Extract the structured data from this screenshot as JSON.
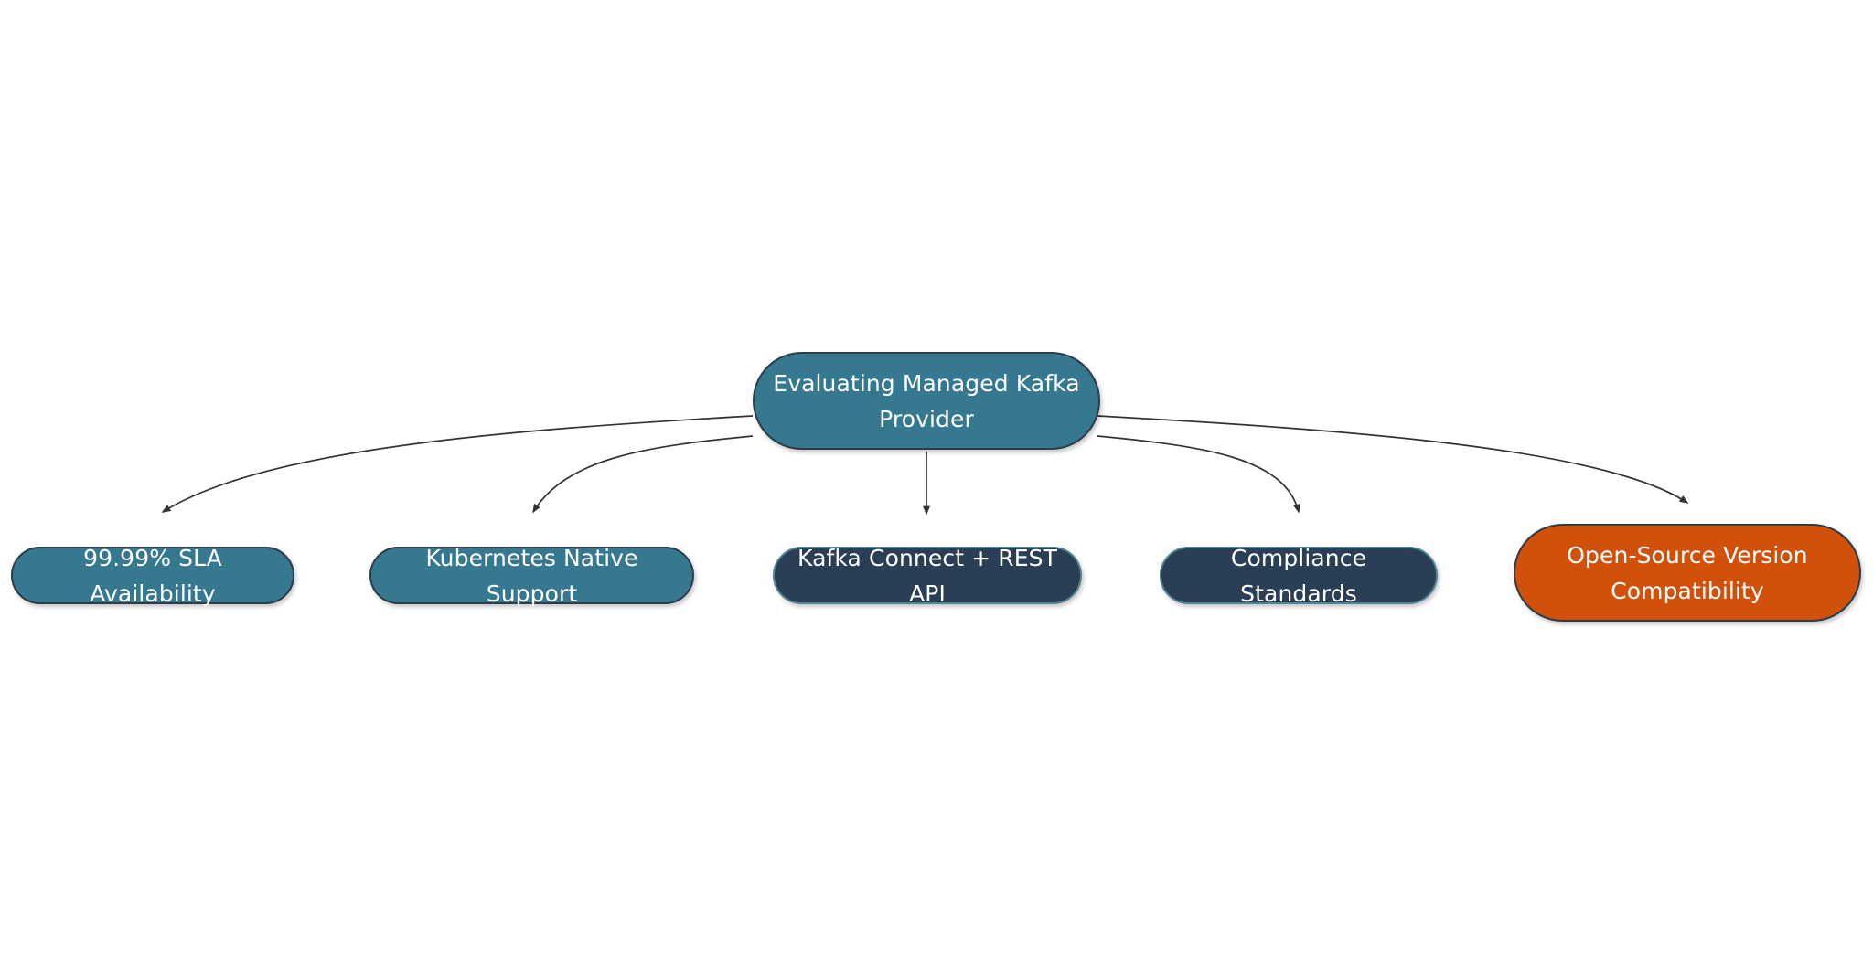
{
  "diagram": {
    "type": "mindmap-tree",
    "title": "Evaluating Managed Kafka Provider",
    "background_color": "#ffffff",
    "root": {
      "id": "root",
      "label": "Evaluating Managed Kafka Provider",
      "style": "teal",
      "fill_color": "#35788f",
      "border_color": "#2b3d4b",
      "text_color": "#ffffff"
    },
    "children": [
      {
        "id": "child-1",
        "label": "99.99% SLA Availability",
        "style": "teal",
        "fill_color": "#35788f",
        "border_color": "#2b3d4b",
        "text_color": "#ffffff"
      },
      {
        "id": "child-2",
        "label": "Kubernetes Native Support",
        "style": "teal",
        "fill_color": "#35788f",
        "border_color": "#2b3d4b",
        "text_color": "#ffffff"
      },
      {
        "id": "child-3",
        "label": "Kafka Connect + REST API",
        "style": "navy",
        "fill_color": "#2a3f55",
        "border_color": "#4e8496",
        "text_color": "#ffffff"
      },
      {
        "id": "child-4",
        "label": "Compliance Standards",
        "style": "navy",
        "fill_color": "#2a3f55",
        "border_color": "#4e8496",
        "text_color": "#ffffff"
      },
      {
        "id": "child-5",
        "label": "Open-Source Version Compatibility",
        "style": "orange",
        "fill_color": "#d1500a",
        "border_color": "#2b3d4b",
        "text_color": "#ffffff"
      }
    ],
    "edges": [
      {
        "from": "root",
        "to": "child-1",
        "shape": "curved",
        "color": "#333333"
      },
      {
        "from": "root",
        "to": "child-2",
        "shape": "curved",
        "color": "#333333"
      },
      {
        "from": "root",
        "to": "child-3",
        "shape": "straight",
        "color": "#333333"
      },
      {
        "from": "root",
        "to": "child-4",
        "shape": "curved",
        "color": "#333333"
      },
      {
        "from": "root",
        "to": "child-5",
        "shape": "curved",
        "color": "#333333"
      }
    ]
  }
}
